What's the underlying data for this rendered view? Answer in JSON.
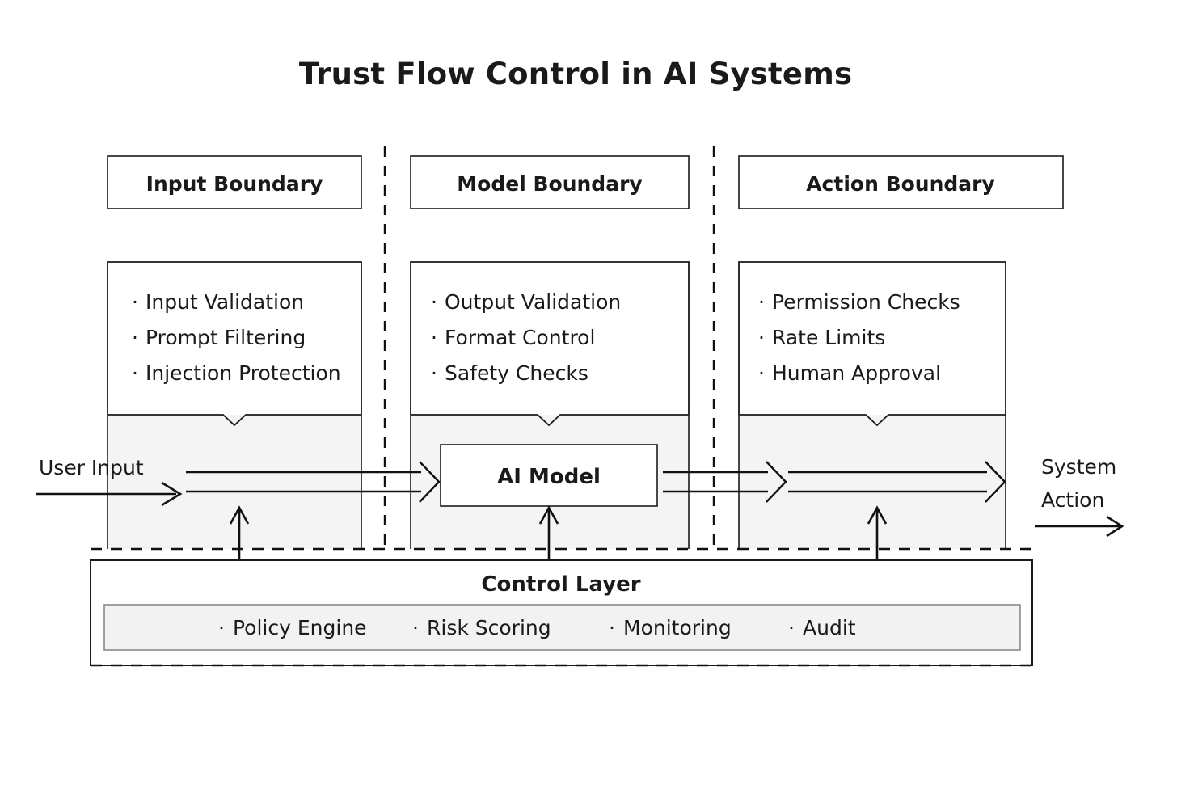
{
  "title": "Trust Flow Control in AI Systems",
  "colors": {
    "background": "#ffffff",
    "ink": "#1a1a1a",
    "shade": "#f4f4f4",
    "control_inner_fill": "#f2f2f2",
    "control_inner_stroke": "#8a8a8a"
  },
  "bullet_glyph": "·",
  "boundaries": [
    {
      "id": "input",
      "title": "Input Boundary",
      "items": [
        "Input Validation",
        "Prompt Filtering",
        "Injection Protection"
      ]
    },
    {
      "id": "model",
      "title": "Model Boundary",
      "items": [
        "Output Validation",
        "Format Control",
        "Safety Checks"
      ]
    },
    {
      "id": "action",
      "title": "Action Boundary",
      "items": [
        "Permission Checks",
        "Rate Limits",
        "Human Approval"
      ]
    }
  ],
  "flow": {
    "input_label": "User Input",
    "model_node": "AI Model",
    "output_label_line1": "System",
    "output_label_line2": "Action"
  },
  "control_layer": {
    "title": "Control Layer",
    "items": [
      "Policy Engine",
      "Risk Scoring",
      "Monitoring",
      "Audit"
    ]
  }
}
